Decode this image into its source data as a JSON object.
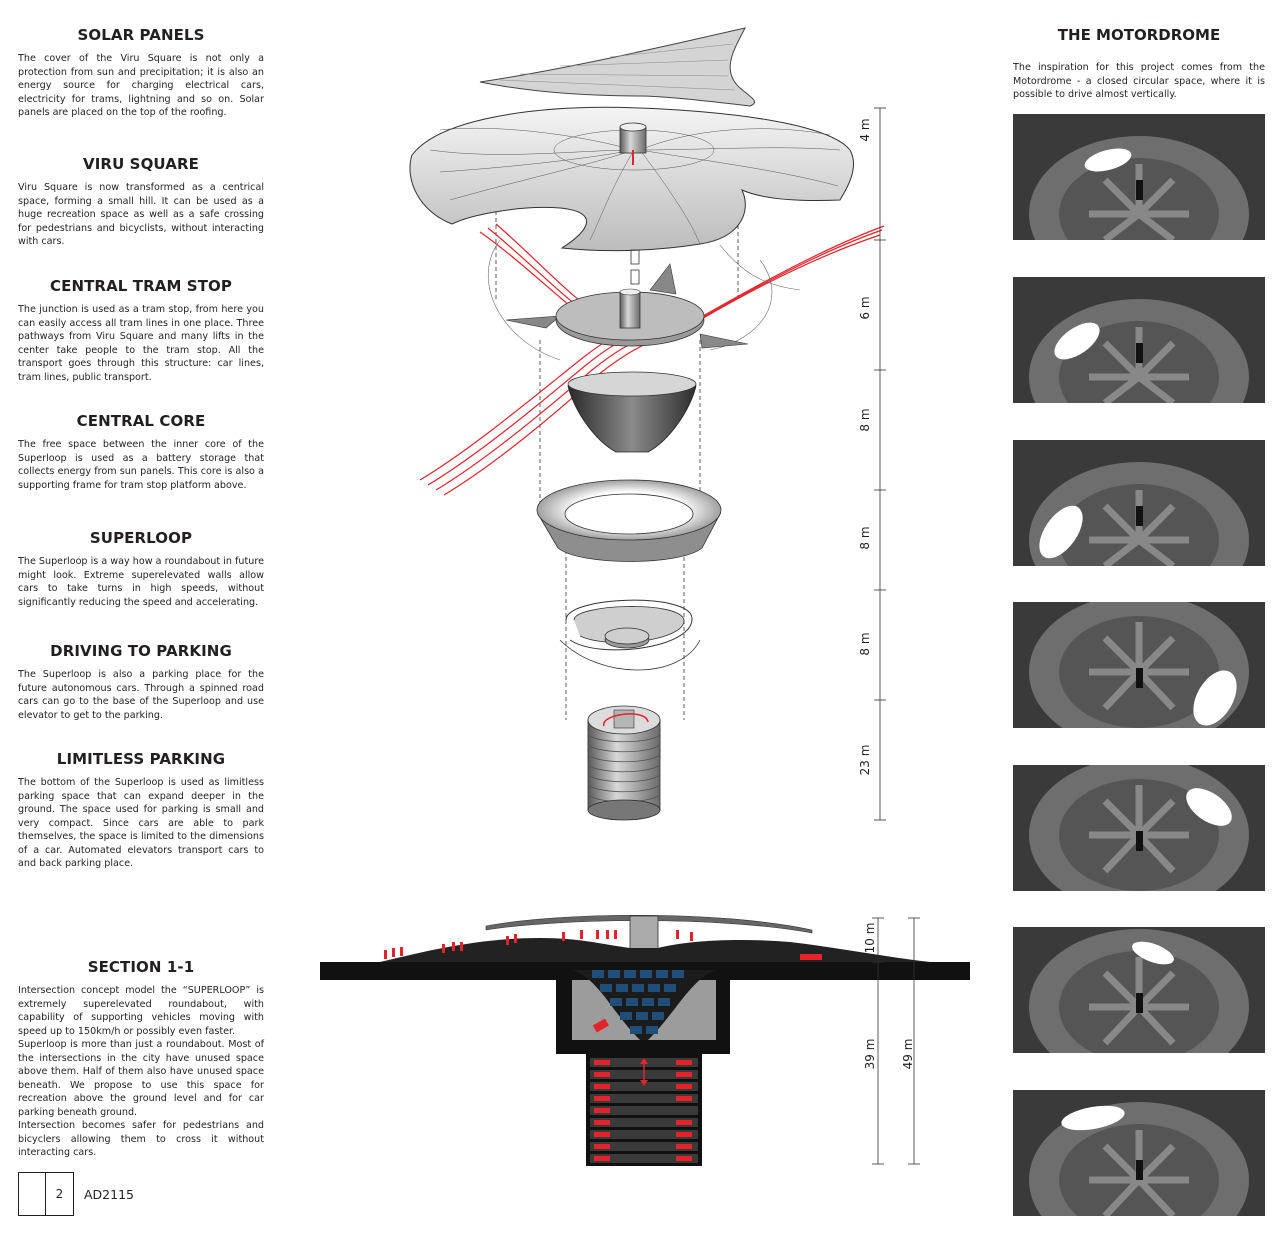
{
  "sections": [
    {
      "title": "SOLAR PANELS",
      "body": "The cover of the Viru Square is not only a protection from sun and precipitation; it is also an energy source for charging electrical cars, electricity for trams, lightning and so on. Solar panels are placed on the top of the roofing."
    },
    {
      "title": "VIRU SQUARE",
      "body": "Viru Square is now transformed as a centrical space, forming a small hill.  It can be used as a huge recreation space as well as a safe crossing for pedestrians and bicyclists, without interacting with cars."
    },
    {
      "title": "CENTRAL TRAM STOP",
      "body": "The junction is used as a tram stop, from here you can easily access all tram lines in one place. Three pathways from Viru Square and many lifts in the center take people to the tram stop. All the transport goes through this structure: car lines, tram lines, public transport."
    },
    {
      "title": "CENTRAL CORE",
      "body": "The free space between the inner core of the Superloop is used as a battery storage that collects energy from sun panels. This core is also a supporting frame for tram stop platform above."
    },
    {
      "title": "SUPERLOOP",
      "body": "The Superloop is a way how a roundabout in future might look. Extreme superelevated walls allow cars to take turns in high speeds, without significantly reducing the speed and accelerating."
    },
    {
      "title": "DRIVING TO PARKING",
      "body": "The Superloop is also a parking place for the future autonomous cars. Through a spinned road cars can go to the base of the Superloop and use elevator to get to the parking."
    },
    {
      "title": "LIMITLESS PARKING",
      "body": "The bottom of the Superloop is used as limitless parking space that can expand deeper in the ground. The space used for parking is small and very compact. Since cars are able to park themselves, the space is limited to the dimensions of a car. Automated elevators transport cars to and back parking place."
    },
    {
      "title": "SECTION 1-1",
      "body": "Intersection concept model the “SUPERLOOP” is extremely superelevated roundabout, with capability of supporting vehicles moving with speed up to 150km/h or possibly even faster.\nSuperloop is more than just a roundabout. Most of the intersections in the city have unused space above them. Half of them also have unused space beneath. We propose to use this space for recreation above the ground level and for car parking beneath ground.\nIntersection becomes safer for pedestrians and bicyclers allowing them to cross it without interacting cars."
    }
  ],
  "motordrome": {
    "title": "THE MOTORDROME",
    "body": "The inspiration for this project comes from the Motordrome - a closed circular space, where it is possible to drive almost vertically."
  },
  "dimensions": {
    "exploded": [
      "4 m",
      "6 m",
      "8 m",
      "8 m",
      "8 m",
      "23 m"
    ],
    "section_top": "10 m",
    "section_below": "39 m",
    "section_total": "49 m"
  },
  "footer": {
    "page_number": "2",
    "code": "AD2115"
  },
  "colors": {
    "accent_red": "#e4232b",
    "text": "#231f20",
    "dark": "#111111",
    "panel_blue": "#1f4e79"
  }
}
